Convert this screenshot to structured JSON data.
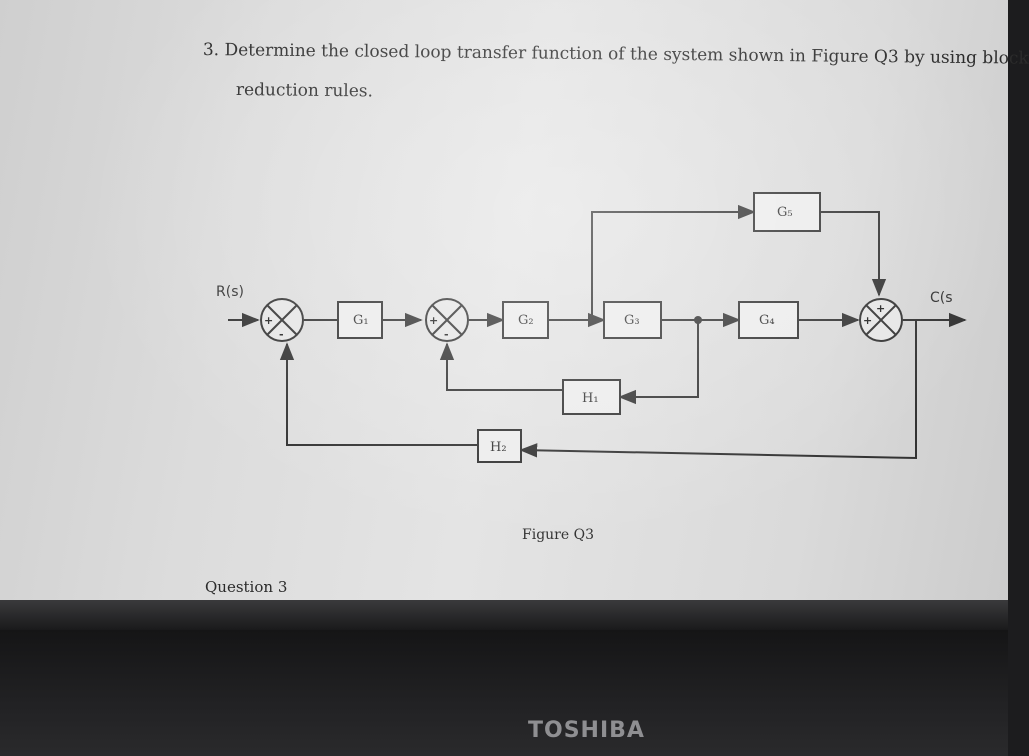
{
  "question": {
    "line1": "3. Determine the closed loop transfer function of the system shown in Figure Q3 by using block",
    "line2": "reduction rules."
  },
  "diagram": {
    "input_label": "R(s)",
    "output_label": "C(s",
    "blocks": {
      "G1": "G₁",
      "G2": "G₂",
      "G3": "G₃",
      "G4": "G₄",
      "G5": "G₅",
      "H1": "H₁",
      "H2": "H₂"
    },
    "signs": {
      "sum1_in": "+",
      "sum1_fb": "-",
      "sum2_in": "+",
      "sum2_fb": "-",
      "sum3_in": "+",
      "sum3_top": "+"
    },
    "caption": "Figure Q3"
  },
  "footer": {
    "label": "Question 3"
  },
  "brand": "TOSHIBA"
}
